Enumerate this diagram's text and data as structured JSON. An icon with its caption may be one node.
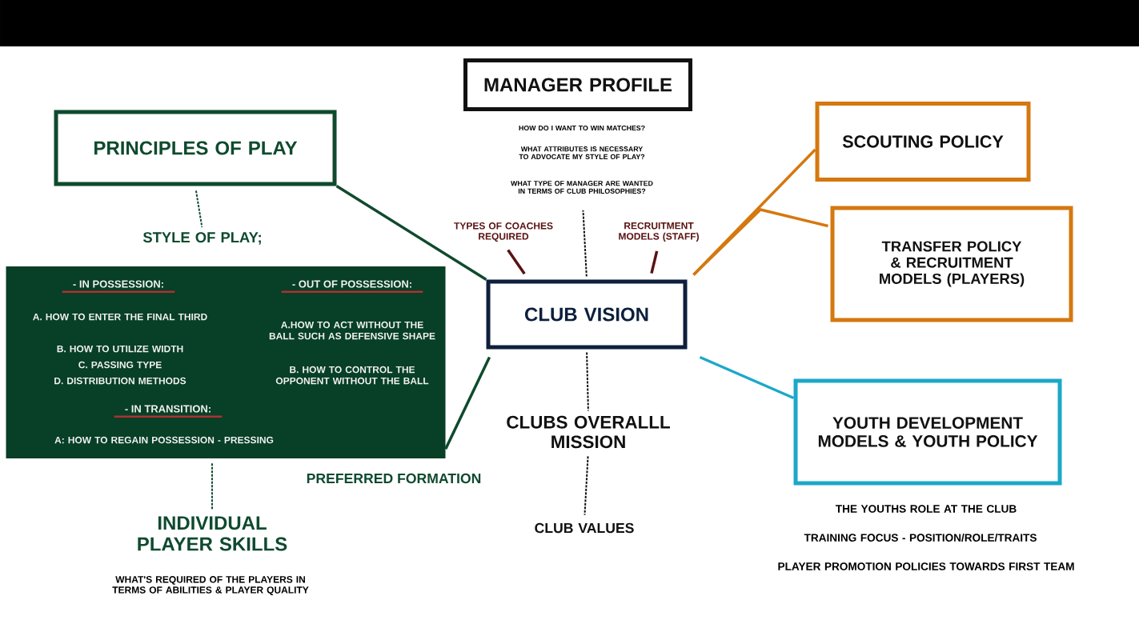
{
  "diagram": {
    "nodes": [
      {
        "text": [
          "PRINCIPLES OF PLAY"
        ]
      },
      {
        "text": [
          "MANAGER PROFILE"
        ],
        "beside": [
          "HOW DO I WANT TO WIN MATCHES?",
          "WHAT ATTRIBUTES IS NECESSARY TO ADVOCATE MY STYLE OF PLAY?",
          "WHAT TYPE OF MANAGER ARE WANTED IN TERMS OF CLUB PHILOSOPHIES?"
        ]
      },
      {
        "text": [
          "SCOUTING POLICY"
        ]
      },
      {
        "text": [
          "STYLE OF PLAY;"
        ]
      },
      {
        "text": [
          "TYPES OF COACHES REQUIRED"
        ]
      },
      {
        "text": [
          "RECRUITMENT MODELS (STAFF)"
        ]
      },
      {
        "text": [
          "TRANSFER POLICY & RECRUITMENT MODELS (PLAYERS)"
        ]
      },
      {
        "text": [
          "- IN POSSESSION:",
          "A. HOW TO ENTER THE FINAL THIRD",
          "B. HOW TO UTILIZE WIDTH",
          "C. PASSING TYPE",
          "D. DISTRIBUTION METHODS",
          "- OUT OF POSSESSION:",
          "A.HOW TO ACT WITHOUT THE BALL SUCH AS DEFENSIVE SHAPE",
          "B. HOW TO CONTROL THE OPPONENT WITHOUT THE BALL",
          "- IN TRANSITION:",
          "A: HOW TO REGAIN POSSESSION - PRESSING"
        ]
      },
      {
        "text": [
          "CLUB VISION"
        ]
      },
      {
        "text": [
          "YOUTH DEVELOPMENT MODELS & YOUTH POLICY"
        ],
        "beside": [
          "THE YOUTHS ROLE AT THE CLUB",
          "TRAINING FOCUS - POSITION/ROLE/TRAITS",
          "PLAYER PROMOTION POLICIES TOWARDS FIRST TEAM"
        ]
      },
      {
        "text": [
          "CLUBS OVERALLL MISSION"
        ]
      },
      {
        "text": [
          "INDIVIDUAL PLAYER SKILLS"
        ],
        "beside": [
          "WHAT'S REQUIRED OF THE PLAYERS IN TERMS OF ABILITIES & PLAYER QUALITY"
        ]
      },
      {
        "text": [
          "CLUB VALUES"
        ]
      }
    ],
    "edges": [
      {
        "from": 0,
        "to": 8,
        "arrow": "none",
        "color": "#0f4a2e"
      },
      {
        "from": 0,
        "to": 3,
        "arrow": "none",
        "style": "dashed",
        "color": "#0f4a2e"
      },
      {
        "from": 8,
        "to": 1,
        "arrow": "none",
        "style": "dashed",
        "color": "#111111"
      },
      {
        "from": 4,
        "to": 8,
        "arrow": "none",
        "color": "#5a1212"
      },
      {
        "from": 5,
        "to": 8,
        "arrow": "none",
        "color": "#5a1212"
      },
      {
        "from": 2,
        "to": 8,
        "arrow": "none",
        "color": "#d4780f"
      },
      {
        "from": 6,
        "to": 8,
        "arrow": "none",
        "color": "#d4780f"
      },
      {
        "from": 7,
        "to": 8,
        "arrow": "none",
        "color": "#0f4a2e"
      },
      {
        "from": 9,
        "to": 8,
        "arrow": "none",
        "color": "#1ca8c8"
      },
      {
        "from": 8,
        "to": 10,
        "arrow": "none",
        "style": "dashed",
        "color": "#111111"
      },
      {
        "from": 10,
        "to": 12,
        "arrow": "none",
        "style": "dashed",
        "color": "#111111"
      },
      {
        "from": 7,
        "to": 11,
        "arrow": "none",
        "style": "dashed",
        "color": "#0f4a2e"
      }
    ],
    "labels": [
      "PREFERRED FORMATION"
    ]
  }
}
